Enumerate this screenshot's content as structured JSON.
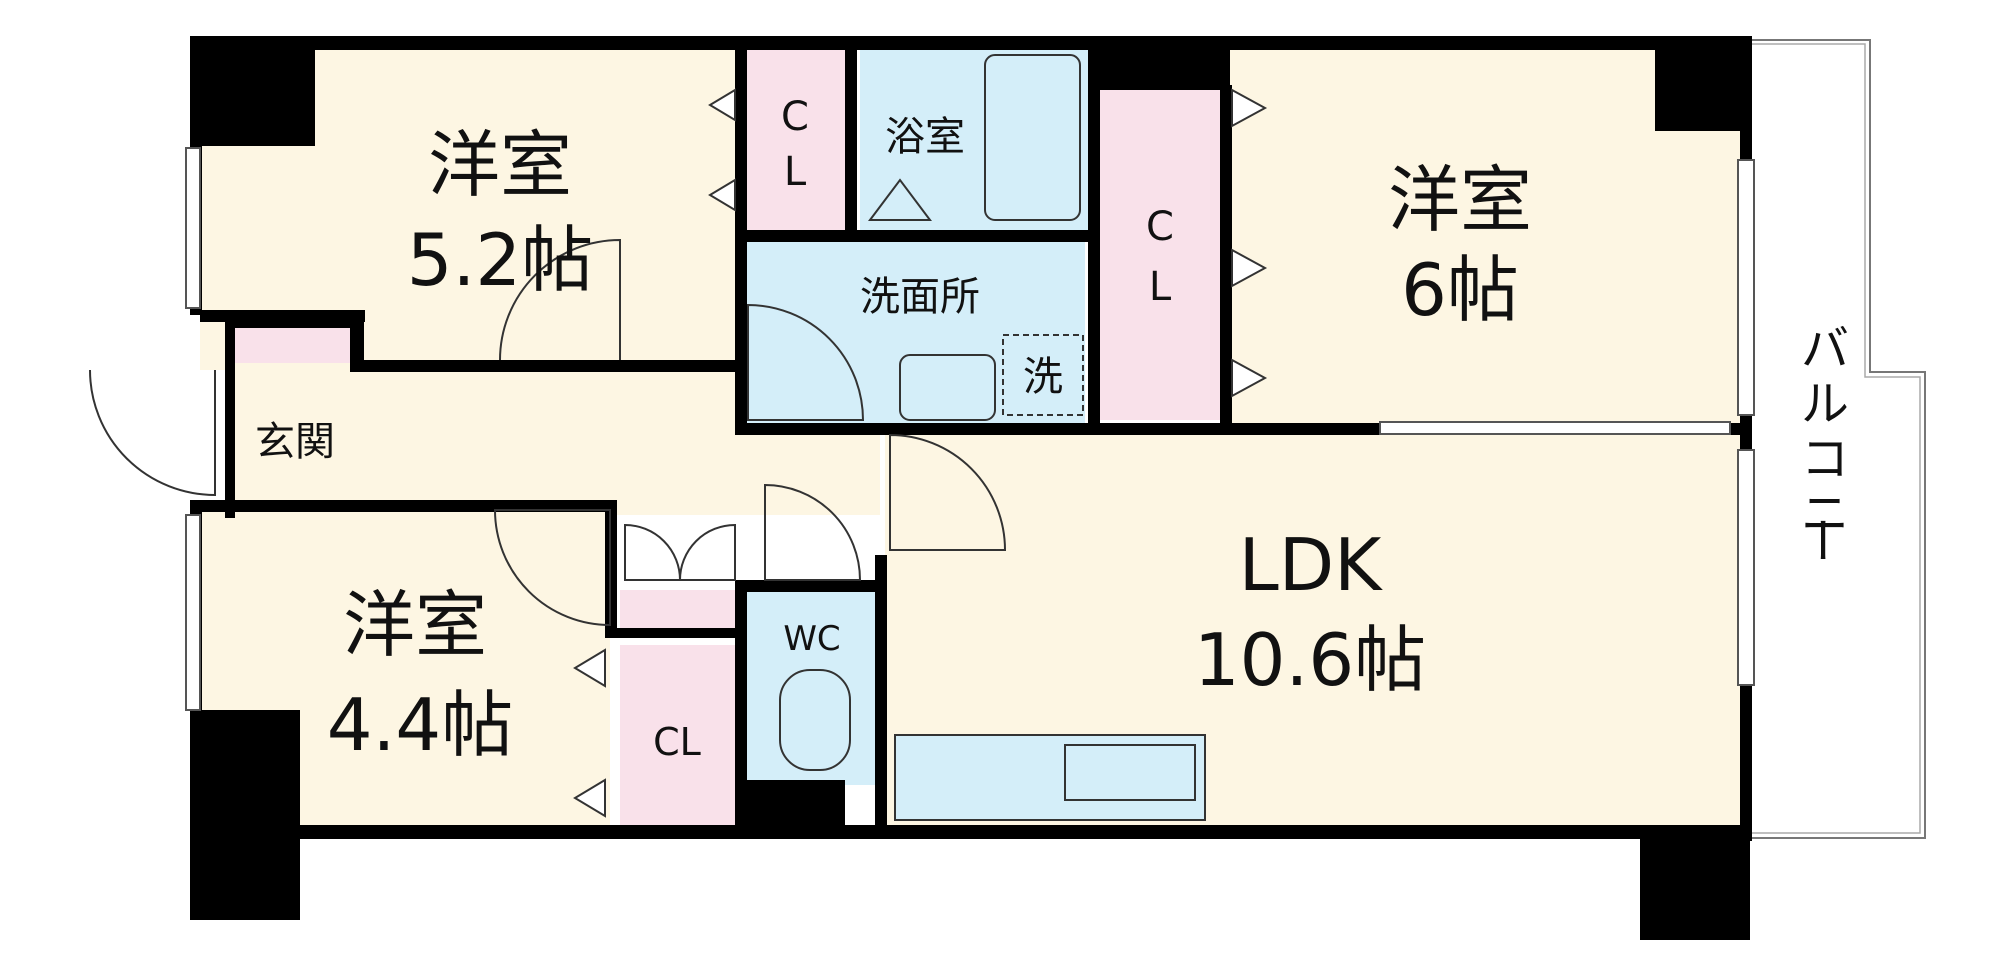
{
  "rooms": {
    "western_a": {
      "name": "洋室",
      "size": "5.2帖"
    },
    "western_b": {
      "name": "洋室",
      "size": "6帖"
    },
    "western_c": {
      "name": "洋室",
      "size": "4.4帖"
    },
    "ldk": {
      "name": "LDK",
      "size": "10.6帖"
    },
    "bath": {
      "name": "浴室"
    },
    "washroom": {
      "name": "洗面所"
    },
    "washer": {
      "name": "洗"
    },
    "entrance": {
      "name": "玄関"
    },
    "wc": {
      "name": "WC"
    },
    "closet_top_c": "C",
    "closet_top_l": "L",
    "closet_mid_c": "C",
    "closet_mid_l": "L",
    "closet_bottom": "CL"
  },
  "balcony": {
    "chars": [
      "バ",
      "ル",
      "コ",
      "ニ",
      "ー"
    ]
  },
  "colors": {
    "room_fill": "#fdf6e3",
    "wet_fill": "#d4eef9",
    "closet_fill": "#f9e1ea",
    "wall": "#000000"
  }
}
